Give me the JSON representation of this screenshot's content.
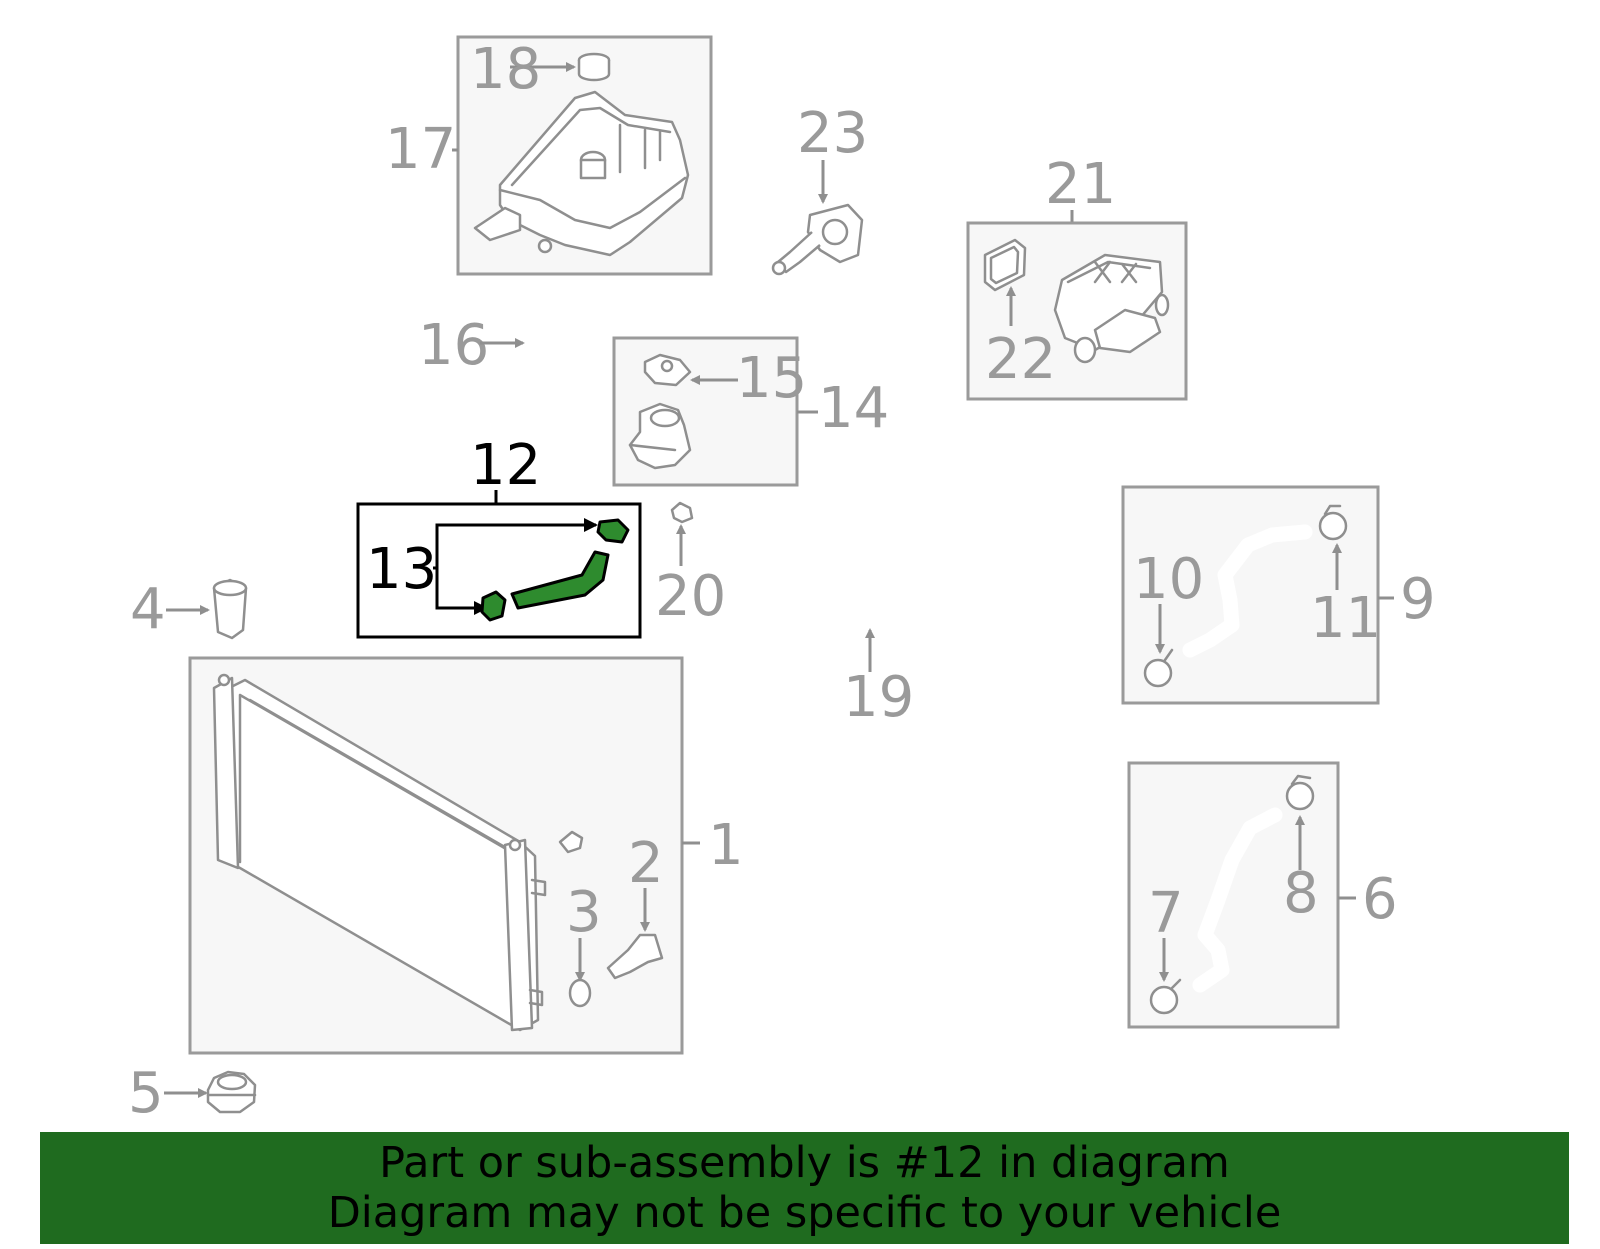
{
  "callouts": {
    "c1": "1",
    "c2": "2",
    "c3": "3",
    "c4": "4",
    "c5": "5",
    "c6": "6",
    "c7": "7",
    "c8": "8",
    "c9": "9",
    "c10": "10",
    "c11": "11",
    "c12": "12",
    "c13": "13",
    "c14": "14",
    "c15": "15",
    "c16": "16",
    "c17": "17",
    "c18": "18",
    "c19": "19",
    "c20": "20",
    "c21": "21",
    "c22": "22",
    "c23": "23"
  },
  "highlight": {
    "part_number": "12",
    "color": "#2e8b2e"
  },
  "colors": {
    "footer_bg": "#1f6b1f",
    "line_gray": "#8f8f8f",
    "label_gray": "#9a9a9a"
  },
  "footer": {
    "line1": "Part or sub-assembly is #12 in diagram",
    "line2": "Diagram may not be specific to your vehicle"
  }
}
